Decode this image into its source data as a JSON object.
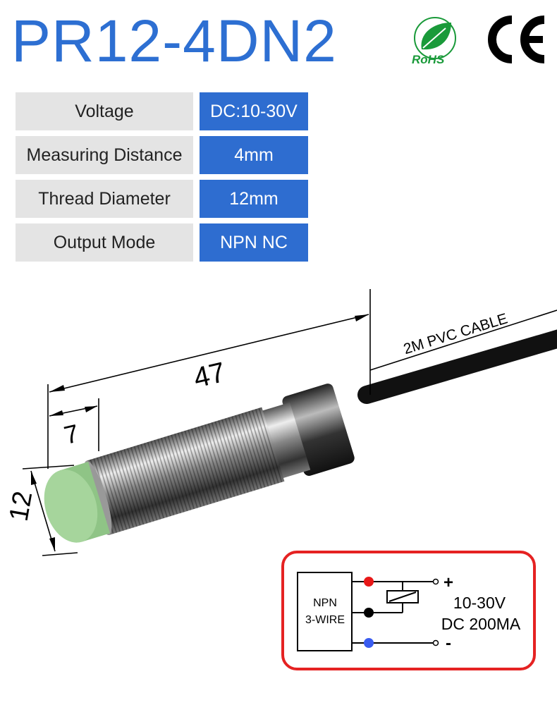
{
  "title": "PR12-4DN2",
  "certifications": [
    "RoHS",
    "CE"
  ],
  "specs": [
    {
      "label": "Voltage",
      "value": "DC:10-30V"
    },
    {
      "label": "Measuring Distance",
      "value": "4mm"
    },
    {
      "label": "Thread Diameter",
      "value": "12mm"
    },
    {
      "label": "Output Mode",
      "value": "NPN NC"
    }
  ],
  "dimensions": {
    "length": "47",
    "sensing_face": "7",
    "diameter": "12",
    "cable": "2M PVC CABLE"
  },
  "wiring": {
    "type_line1": "NPN",
    "type_line2": "3-WIRE",
    "plus": "+",
    "minus": "-",
    "voltage": "10-30V",
    "current": "DC 200MA"
  },
  "colors": {
    "brand_blue": "#2e6dd0",
    "cap_green": "#a6d59c",
    "border_red": "#e52222",
    "rohs_green": "#1a9a3a"
  }
}
